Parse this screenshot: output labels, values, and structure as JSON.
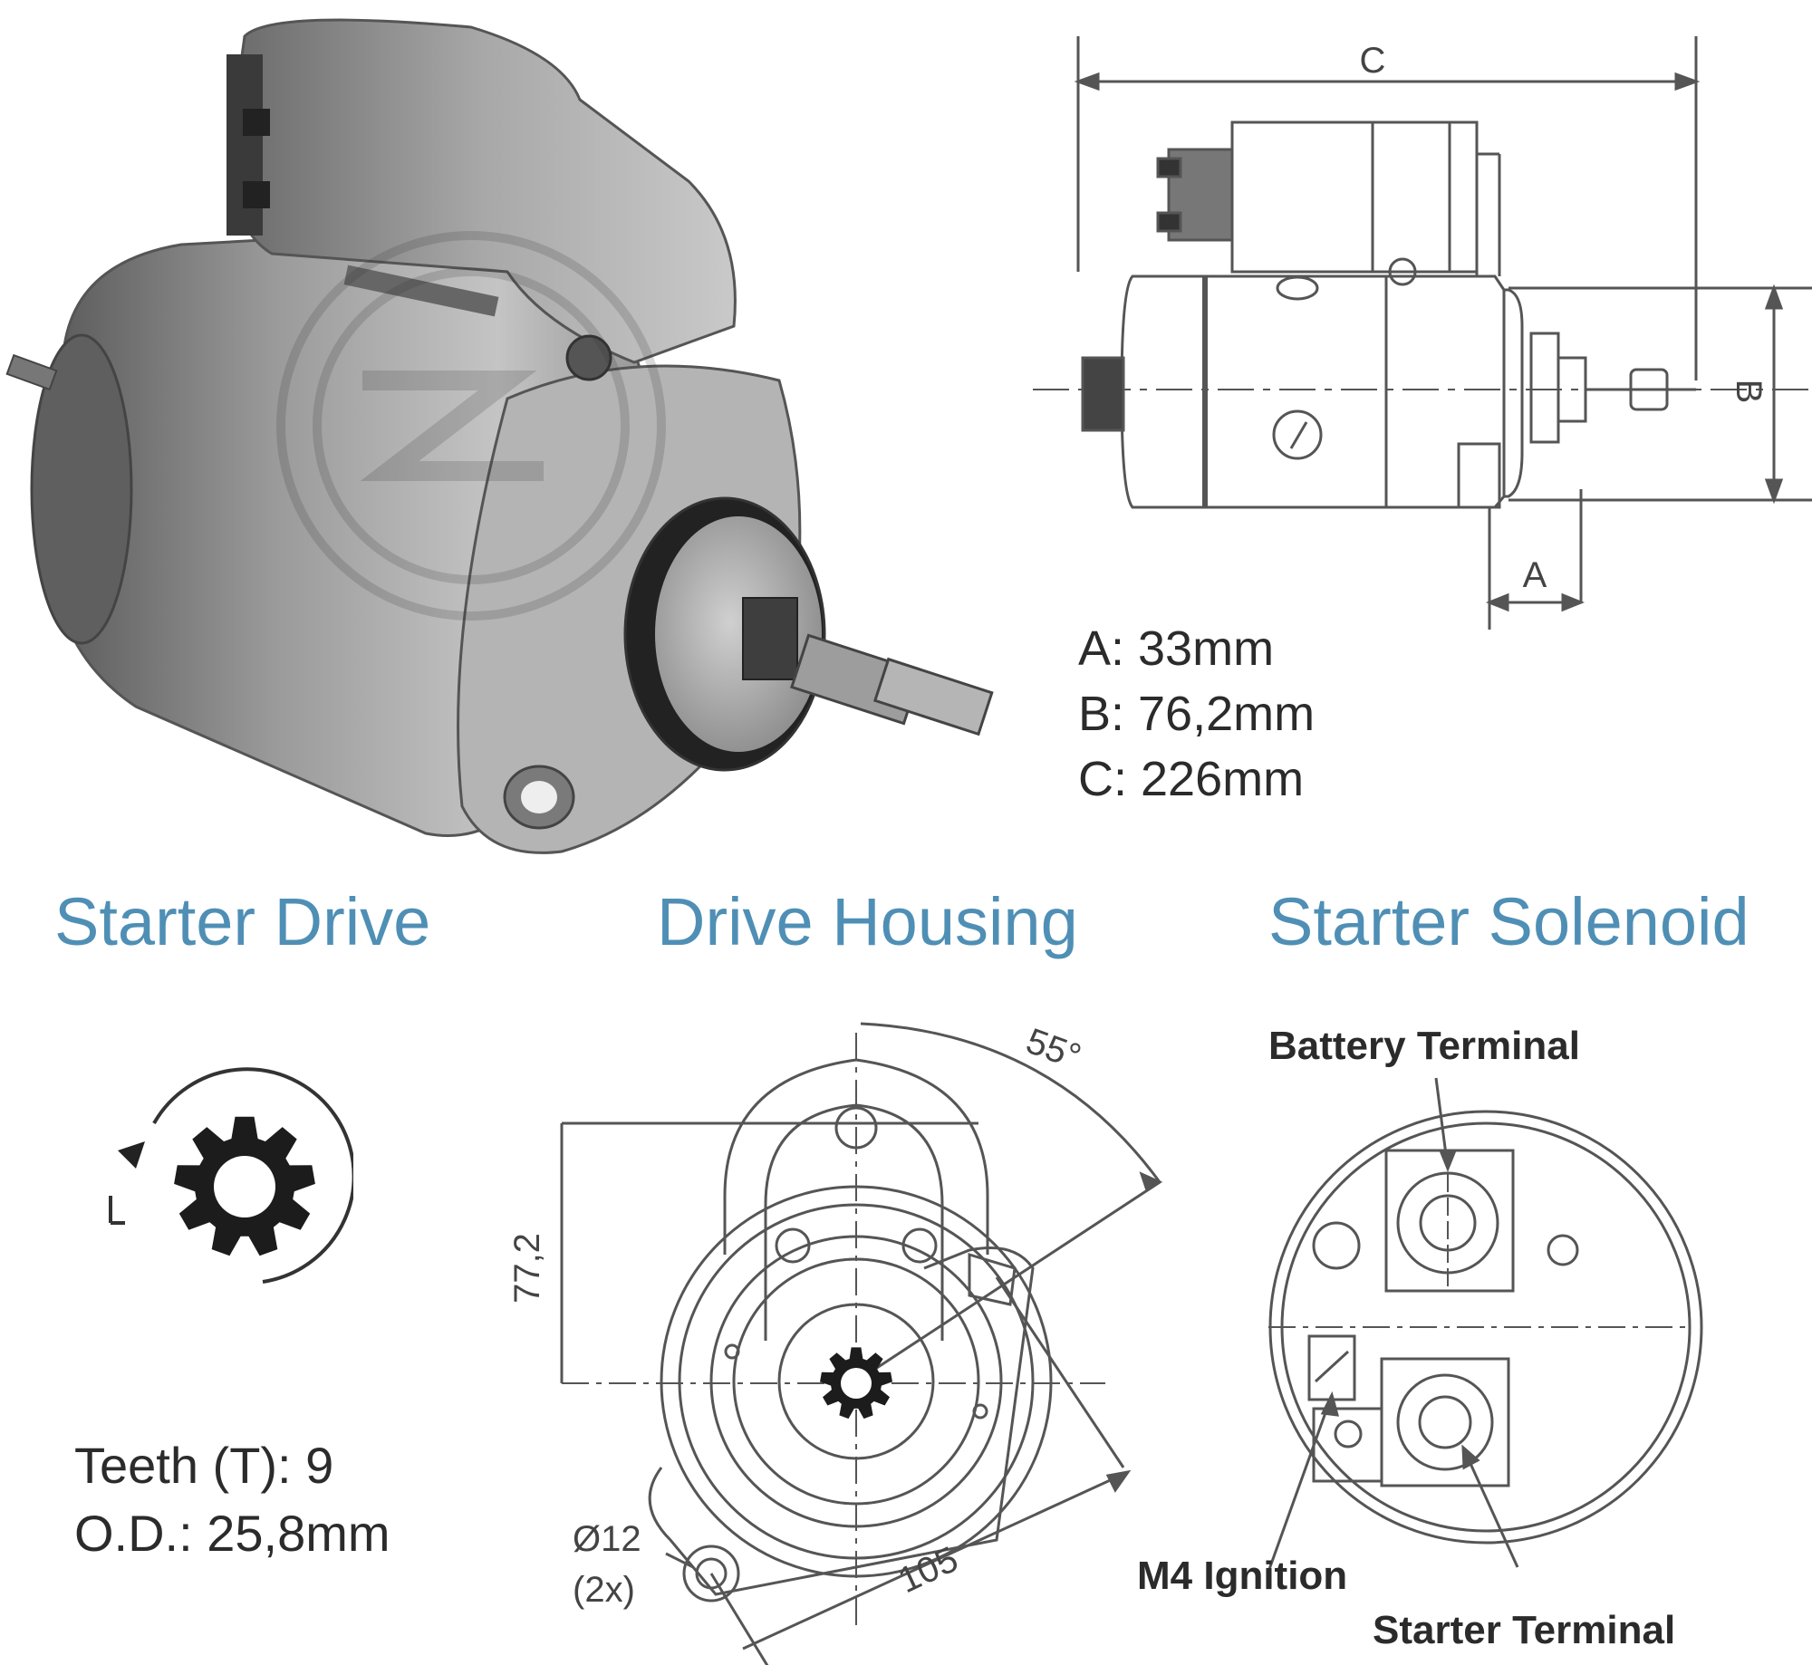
{
  "dimension_drawing": {
    "label_c": "C",
    "label_b": "B",
    "label_a": "A",
    "specs": [
      {
        "key": "A",
        "text": "A: 33mm"
      },
      {
        "key": "B",
        "text": "B: 76,2mm"
      },
      {
        "key": "C",
        "text": "C: 226mm"
      }
    ]
  },
  "sections": {
    "starter_drive": "Starter Drive",
    "drive_housing": "Drive Housing",
    "starter_solenoid": "Starter Solenoid"
  },
  "starter_drive": {
    "teeth_text": "Teeth (T): 9",
    "od_text": "O.D.: 25,8mm",
    "rotation_label": "L"
  },
  "drive_housing": {
    "angle_label": "55°",
    "height_label": "77,2",
    "hole_label": "Ø12",
    "hole_count": "(2x)",
    "spacing_label": "105"
  },
  "solenoid": {
    "battery": "Battery Terminal",
    "ignition": "M4 Ignition",
    "starter": "Starter Terminal"
  },
  "colors": {
    "title_blue": "#4f8fb5",
    "line_gray": "#555555",
    "metal_dark": "#6e6e6e",
    "metal_light": "#b9b9b9"
  }
}
